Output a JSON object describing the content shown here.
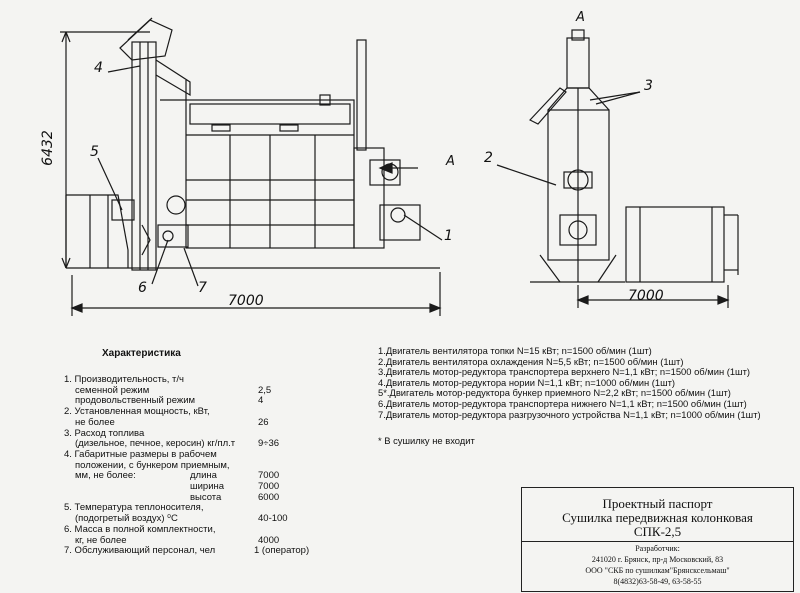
{
  "drawing": {
    "view_label_a": "A",
    "callouts": [
      "1",
      "2",
      "3",
      "4",
      "5",
      "6",
      "7"
    ],
    "dim_height": "6432",
    "dim_length_side": "7000",
    "dim_length_front": "7000"
  },
  "characteristics": {
    "title": "Характеристика",
    "rows": [
      {
        "label": "1. Производительность, т/ч",
        "value": ""
      },
      {
        "label": "семенной режим",
        "value": "2,5"
      },
      {
        "label": "продовольственный режим",
        "value": "4"
      },
      {
        "label": "2. Установленная мощность, кВт,",
        "value": ""
      },
      {
        "label": "не более",
        "value": "26"
      },
      {
        "label": "3. Расход топлива",
        "value": ""
      },
      {
        "label": "(дизельное, печное, керосин) кг/пл.т",
        "value": "9÷36"
      },
      {
        "label": "4. Габаритные размеры в рабочем",
        "value": ""
      },
      {
        "label": "положении, с бункером приемным,",
        "value": ""
      },
      {
        "label": "мм, не более:",
        "sub": "длина",
        "value": "7000"
      },
      {
        "label": "",
        "sub": "ширина",
        "value": "7000"
      },
      {
        "label": "",
        "sub": "высота",
        "value": "6000"
      },
      {
        "label": "5. Температура теплоносителя,",
        "value": ""
      },
      {
        "label": "(подогретый воздух) ⁰С",
        "value": "40-100"
      },
      {
        "label": "6. Масса в полной комплектности,",
        "value": ""
      },
      {
        "label": "кг, не более",
        "value": "4000"
      },
      {
        "label": "7. Обслуживающий персонал, чел",
        "value": "1 (оператор)"
      }
    ]
  },
  "motors": {
    "items": [
      "1.Двигатель вентилятора топки N=15 кВт; n=1500 об/мин (1шт)",
      "2.Двигатель вентилятора охлаждения N=5,5 кВт; n=1500 об/мин (1шт)",
      "3.Двигатель мотор-редуктора транспортера верхнего N=1,1 кВт; n=1500 об/мин (1шт)",
      "4.Двигатель мотор-редуктора нории N=1,1 кВт; n=1000 об/мин (1шт)",
      "5*.Двигатель мотор-редуктора бункер приемного N=2,2 кВт; n=1500 об/мин (1шт)",
      "6.Двигатель мотор-редуктора транспортера нижнего N=1,1 кВт; n=1500 об/мин (1шт)",
      "7.Двигатель мотор-редуктора разгрузочного устройства N=1,1 кВт; n=1000 об/мин (1шт)"
    ],
    "footnote": "* В сушилку не входит"
  },
  "title_block": {
    "line1": "Проектный паспорт",
    "line2": "Сушилка передвижная колонковая",
    "line3": "СПК-2,5",
    "dev_title": "Разработчик:",
    "dev_address": "241020 г. Брянск, пр-д Московский, 83",
    "dev_org": "ООО \"СКБ по сушилкам\"Брянсксельмаш\"",
    "dev_phone": "8(4832)63-58-49, 63-58-55"
  }
}
